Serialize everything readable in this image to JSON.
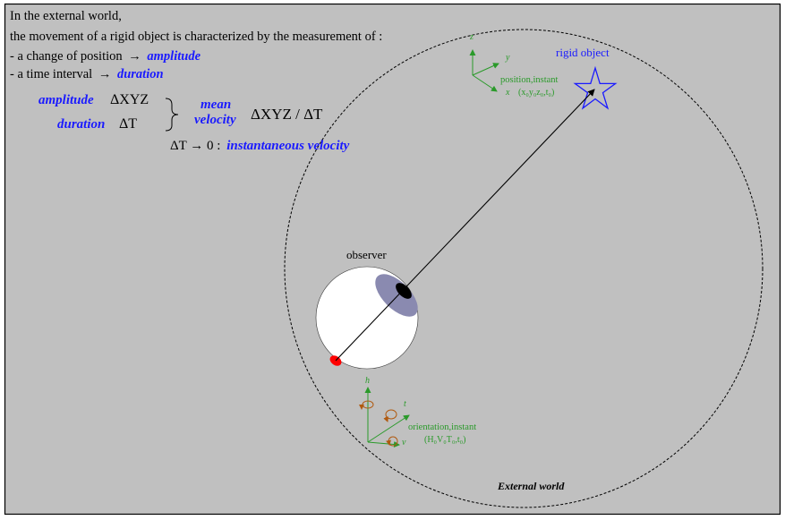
{
  "intro": {
    "line1": "In the external world,",
    "line2": "the movement of a rigid object is characterized by the measurement of :",
    "bullet1_prefix": "- a change of position",
    "bullet1_arrow": "→",
    "bullet1_term": "amplitude",
    "bullet2_prefix": "- a time interval",
    "bullet2_arrow": "→",
    "bullet2_term": "duration"
  },
  "velocity": {
    "amplitude_label": "amplitude",
    "amplitude_symbol": "ΔXYZ",
    "duration_label": "duration",
    "duration_symbol": "ΔT",
    "mean_word1": "mean",
    "mean_word2": "velocity",
    "formula": "ΔXYZ / ΔT",
    "limit_prefix": "ΔT → 0 :",
    "limit_term": "instantaneous velocity"
  },
  "object": {
    "label": "rigid object",
    "axis_z": "z",
    "axis_y": "y",
    "axis_x": "x",
    "caption": "position,instant",
    "coords": "(x₀y₀z₀,t₀)"
  },
  "observer": {
    "label": "observer",
    "axis_h": "h",
    "axis_t": "t",
    "axis_v": "v",
    "caption": "orientation,instant",
    "coords": "(H₀V₀T₀,t₀)"
  },
  "world": {
    "label": "External world"
  },
  "colors": {
    "panel": "#c0c0c0",
    "blue_term": "#1a1aff",
    "axis_green": "#2a9a2a",
    "eye_iris": "#8a8ab0",
    "retina_red": "#ff0000",
    "rotation_brown": "#b05a10"
  }
}
